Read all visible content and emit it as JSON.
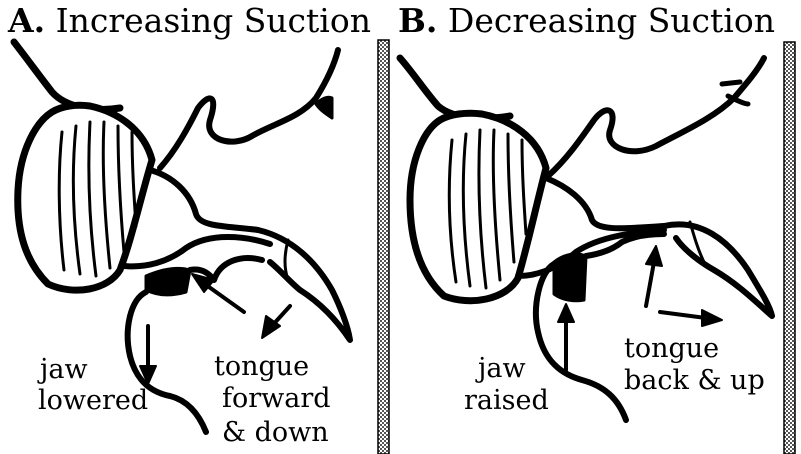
{
  "panels": [
    {
      "letter": "A.",
      "title": "Increasing Suction",
      "jaw_label": [
        "jaw",
        "lowered"
      ],
      "tongue_label": [
        "tongue",
        "forward",
        "& down"
      ]
    },
    {
      "letter": "B.",
      "title": "Decreasing Suction",
      "jaw_label": [
        "jaw",
        "raised"
      ],
      "tongue_label": [
        "tongue",
        "back & up"
      ]
    }
  ]
}
